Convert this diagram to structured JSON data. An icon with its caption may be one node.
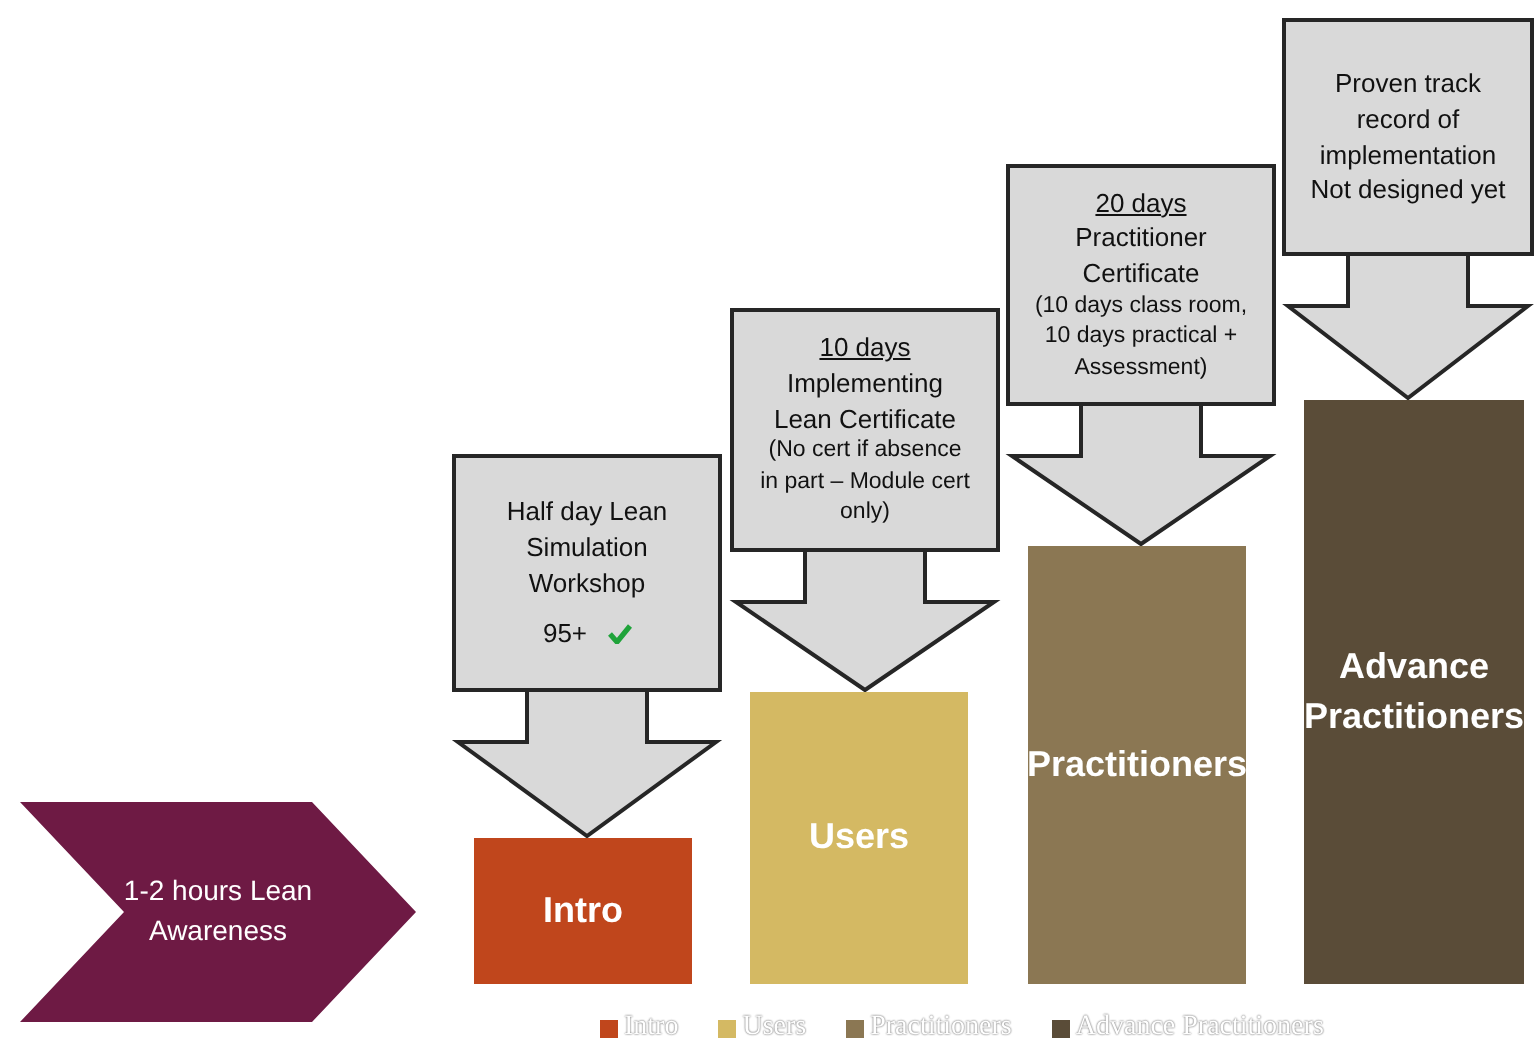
{
  "diagram": {
    "nodes": [
      {
        "text": [
          "Intro"
        ]
      },
      {
        "text": [
          "Users"
        ]
      },
      {
        "text": [
          "Practitioners"
        ]
      },
      {
        "text": [
          "Advance Practitioners"
        ]
      },
      {
        "text": [
          "Half day Lean Simulation Workshop",
          "95+"
        ]
      },
      {
        "text": [
          "10 days",
          "Implementing Lean Certificate",
          "(No cert if absence in part – Module cert only)"
        ]
      },
      {
        "text": [
          "20 days",
          "Practitioner Certificate",
          "(10 days class room, 10 days practical + Assessment)"
        ]
      },
      {
        "text": [
          "Proven track record of implementation Not designed yet"
        ]
      },
      {
        "text": [
          "1-2 hours Lean Awareness"
        ]
      }
    ],
    "edges": [
      {
        "from": 4,
        "to": 0,
        "arrow": "to"
      },
      {
        "from": 5,
        "to": 1,
        "arrow": "to"
      },
      {
        "from": 6,
        "to": 2,
        "arrow": "to"
      },
      {
        "from": 7,
        "to": 3,
        "arrow": "to"
      }
    ],
    "legend": [
      {
        "text": "Intro",
        "color": "#c0461c"
      },
      {
        "text": "Users",
        "color": "#d4b963"
      },
      {
        "text": "Practitioners",
        "color": "#8b7753"
      },
      {
        "text": "Advance Practitioners",
        "color": "#5a4c38"
      }
    ]
  }
}
